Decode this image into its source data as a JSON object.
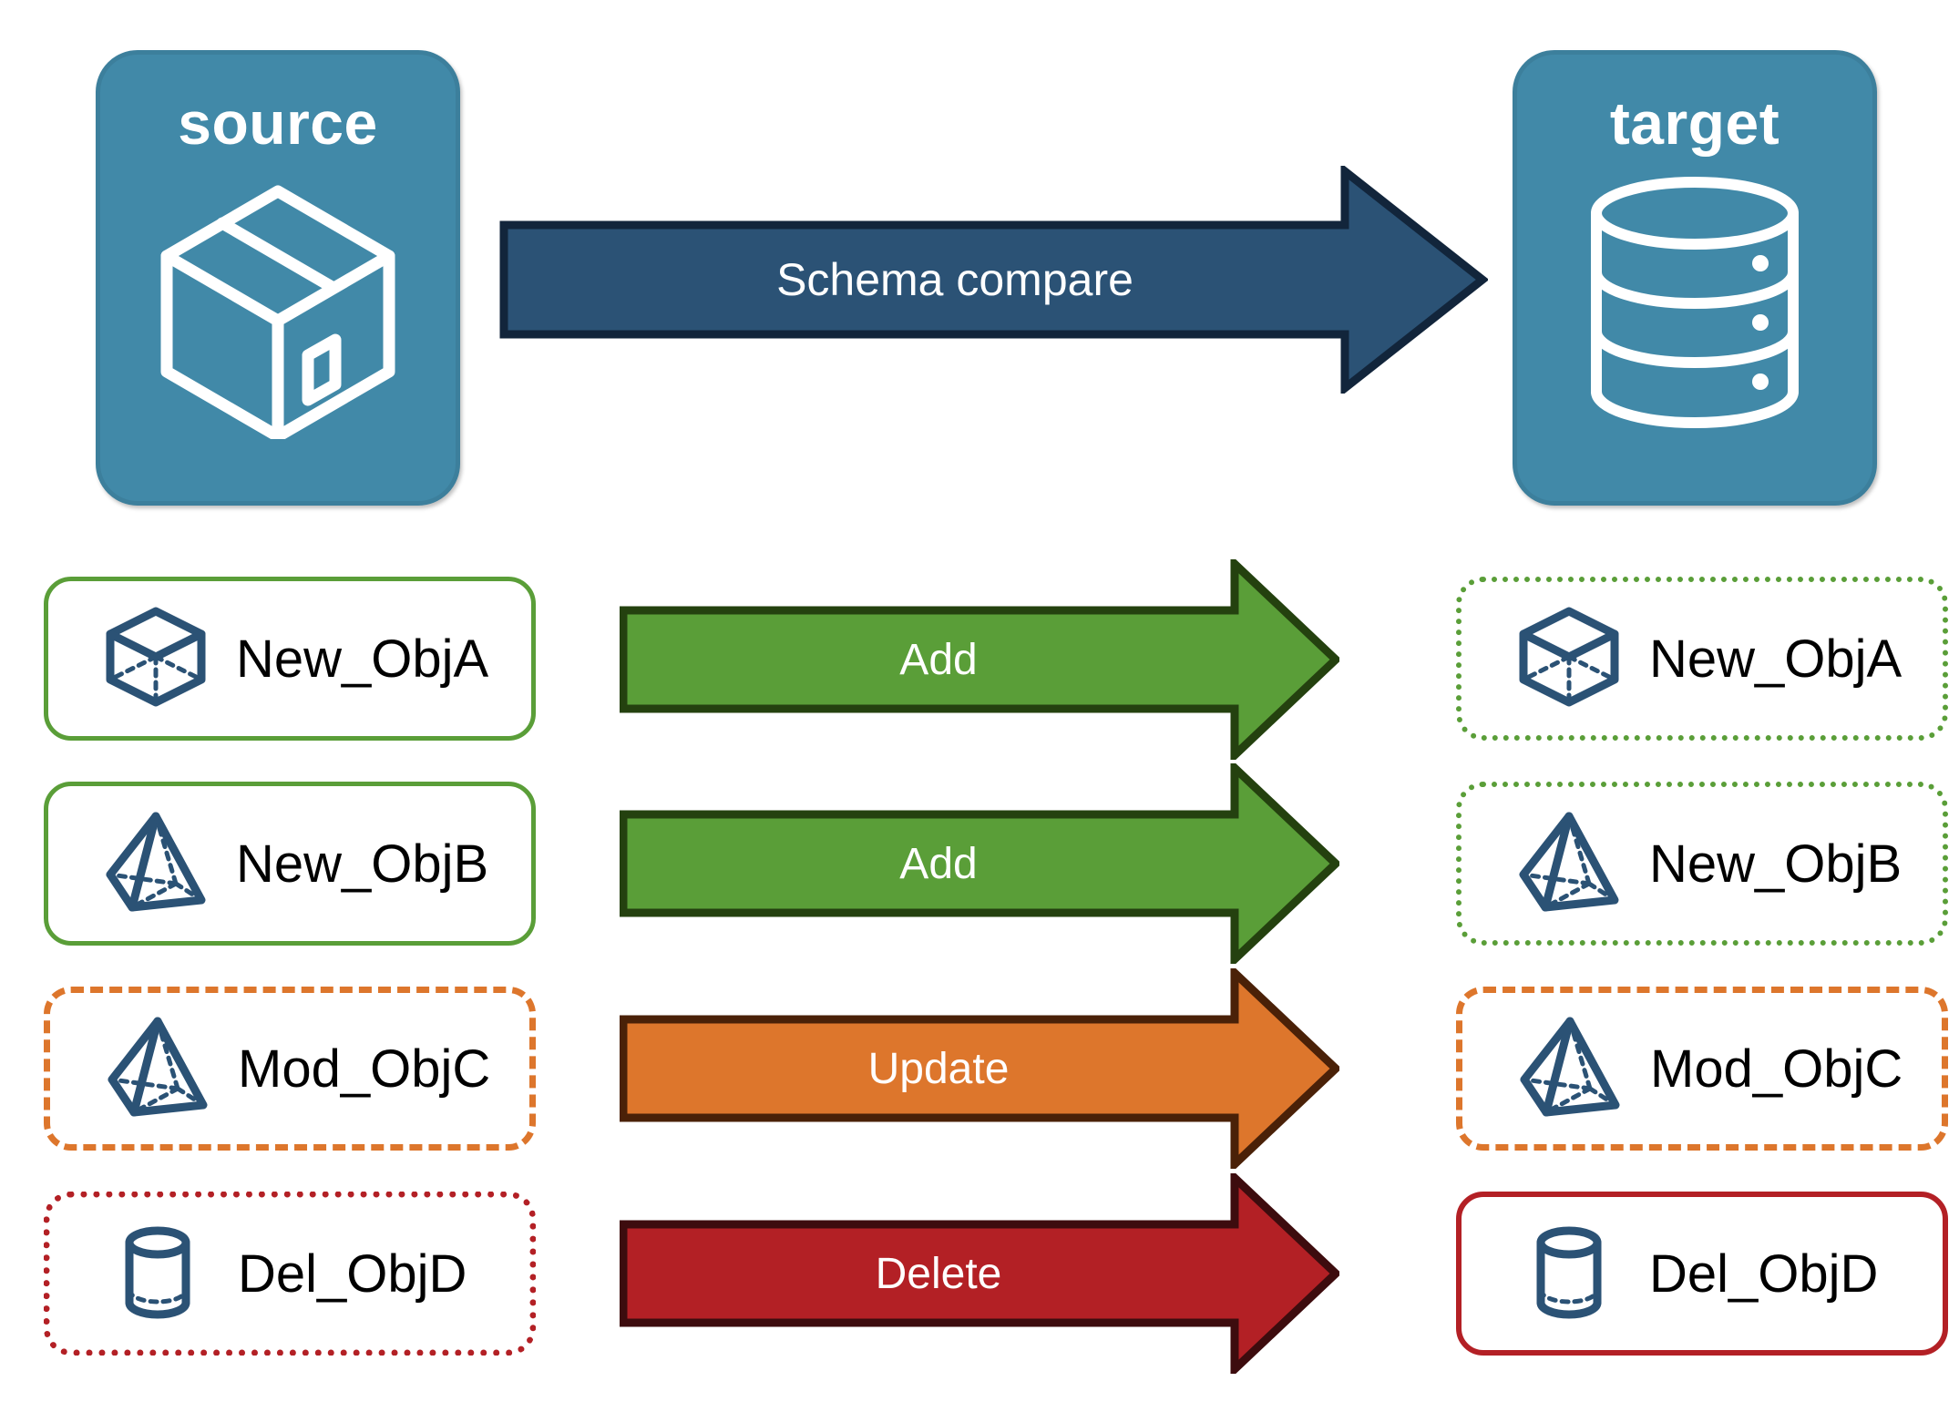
{
  "diagram": {
    "title": "Schema compare",
    "endpoints": {
      "source": {
        "label": "source",
        "icon": "package-box-icon"
      },
      "target": {
        "label": "target",
        "icon": "database-cylinder-icon"
      }
    },
    "main_arrow": {
      "label": "Schema compare",
      "fill": "#2B5275",
      "stroke": "#12253B"
    },
    "rows": [
      {
        "source_label": "New_ObjA",
        "source_icon": "wireframe-cube-icon",
        "source_border_style": "solid",
        "source_border_color": "#5A9E38",
        "action": "Add",
        "arrow_fill": "#5A9E38",
        "arrow_stroke": "#24410F",
        "target_label": "New_ObjA",
        "target_icon": "wireframe-cube-icon",
        "target_border_style": "dotted",
        "target_border_color": "#5A9E38"
      },
      {
        "source_label": "New_ObjB",
        "source_icon": "wireframe-pyramid-icon",
        "source_border_style": "solid",
        "source_border_color": "#5A9E38",
        "action": "Add",
        "arrow_fill": "#5A9E38",
        "arrow_stroke": "#24410F",
        "target_label": "New_ObjB",
        "target_icon": "wireframe-pyramid-icon",
        "target_border_style": "dotted",
        "target_border_color": "#5A9E38"
      },
      {
        "source_label": "Mod_ObjC",
        "source_icon": "wireframe-pyramid-icon",
        "source_border_style": "dashed",
        "source_border_color": "#DD762C",
        "action": "Update",
        "arrow_fill": "#DD762C",
        "arrow_stroke": "#4A2108",
        "target_label": "Mod_ObjC",
        "target_icon": "wireframe-pyramid-icon",
        "target_border_style": "dashed",
        "target_border_color": "#DD762C"
      },
      {
        "source_label": "Del_ObjD",
        "source_icon": "wireframe-cylinder-icon",
        "source_border_style": "dotted",
        "source_border_color": "#B32025",
        "action": "Delete",
        "arrow_fill": "#B32025",
        "arrow_stroke": "#3D0C0E",
        "target_label": "Del_ObjD",
        "target_icon": "wireframe-cylinder-icon",
        "target_border_style": "solid",
        "target_border_color": "#B32025"
      }
    ],
    "colors": {
      "endpoint_fill": "#4189A8",
      "endpoint_stroke": "#3C7F9C",
      "object_icon": "#2B5275",
      "background": "#FFFFFF",
      "green": "#5A9E38",
      "orange": "#DD762C",
      "red": "#B32025",
      "navy": "#2B5275"
    }
  }
}
